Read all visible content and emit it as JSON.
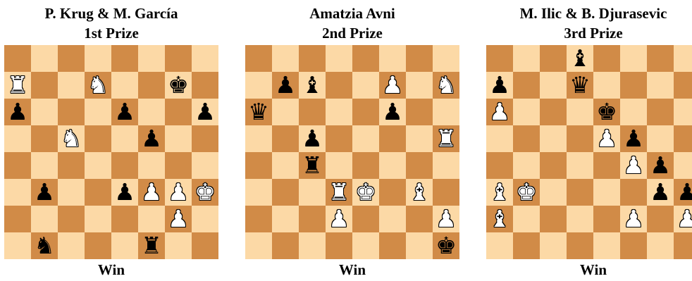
{
  "glyphs": {
    "K": "♚",
    "Q": "♛",
    "R": "♜",
    "B": "♝",
    "N": "♞",
    "P": "♟"
  },
  "colors": {
    "light_square": "#fcd9a6",
    "dark_square": "#d18b47",
    "white_piece": "#ffffff",
    "black_piece": "#000000"
  },
  "problems": [
    {
      "authors": "P. Krug & M. García",
      "prize": "1st Prize",
      "result": "Win",
      "pieces": [
        {
          "color": "w",
          "type": "R",
          "square": "a7",
          "name": "white-rook"
        },
        {
          "color": "w",
          "type": "N",
          "square": "d7",
          "name": "white-knight"
        },
        {
          "color": "b",
          "type": "K",
          "square": "g7",
          "name": "black-king"
        },
        {
          "color": "b",
          "type": "P",
          "square": "a6",
          "name": "black-pawn"
        },
        {
          "color": "b",
          "type": "P",
          "square": "e6",
          "name": "black-pawn"
        },
        {
          "color": "b",
          "type": "P",
          "square": "h6",
          "name": "black-pawn"
        },
        {
          "color": "w",
          "type": "N",
          "square": "c5",
          "name": "white-knight"
        },
        {
          "color": "b",
          "type": "P",
          "square": "f5",
          "name": "black-pawn"
        },
        {
          "color": "b",
          "type": "P",
          "square": "b3",
          "name": "black-pawn"
        },
        {
          "color": "b",
          "type": "P",
          "square": "e3",
          "name": "black-pawn"
        },
        {
          "color": "w",
          "type": "P",
          "square": "f3",
          "name": "white-pawn"
        },
        {
          "color": "w",
          "type": "P",
          "square": "g3",
          "name": "white-pawn"
        },
        {
          "color": "w",
          "type": "K",
          "square": "h3",
          "name": "white-king"
        },
        {
          "color": "w",
          "type": "P",
          "square": "g2",
          "name": "white-pawn"
        },
        {
          "color": "b",
          "type": "N",
          "square": "b1",
          "name": "black-knight"
        },
        {
          "color": "b",
          "type": "R",
          "square": "f1",
          "name": "black-rook"
        }
      ]
    },
    {
      "authors": "Amatzia Avni",
      "prize": "2nd Prize",
      "result": "Win",
      "pieces": [
        {
          "color": "b",
          "type": "P",
          "square": "b7",
          "name": "black-pawn"
        },
        {
          "color": "b",
          "type": "B",
          "square": "c7",
          "name": "black-bishop"
        },
        {
          "color": "w",
          "type": "P",
          "square": "f7",
          "name": "white-pawn"
        },
        {
          "color": "w",
          "type": "N",
          "square": "h7",
          "name": "white-knight"
        },
        {
          "color": "b",
          "type": "Q",
          "square": "a6",
          "name": "black-queen"
        },
        {
          "color": "b",
          "type": "P",
          "square": "f6",
          "name": "black-pawn"
        },
        {
          "color": "b",
          "type": "P",
          "square": "c5",
          "name": "black-pawn"
        },
        {
          "color": "w",
          "type": "R",
          "square": "h5",
          "name": "white-rook"
        },
        {
          "color": "b",
          "type": "R",
          "square": "c4",
          "name": "black-rook"
        },
        {
          "color": "w",
          "type": "R",
          "square": "d3",
          "name": "white-rook"
        },
        {
          "color": "w",
          "type": "K",
          "square": "e3",
          "name": "white-king"
        },
        {
          "color": "w",
          "type": "B",
          "square": "g3",
          "name": "white-bishop"
        },
        {
          "color": "w",
          "type": "P",
          "square": "d2",
          "name": "white-pawn"
        },
        {
          "color": "w",
          "type": "P",
          "square": "h2",
          "name": "white-pawn"
        },
        {
          "color": "b",
          "type": "K",
          "square": "h1",
          "name": "black-king"
        }
      ]
    },
    {
      "authors": "M. Ilic & B. Djurasevic",
      "prize": "3rd Prize",
      "result": "Win",
      "pieces": [
        {
          "color": "b",
          "type": "B",
          "square": "d8",
          "name": "black-bishop"
        },
        {
          "color": "b",
          "type": "P",
          "square": "a7",
          "name": "black-pawn"
        },
        {
          "color": "b",
          "type": "Q",
          "square": "d7",
          "name": "black-queen"
        },
        {
          "color": "w",
          "type": "P",
          "square": "a6",
          "name": "white-pawn"
        },
        {
          "color": "b",
          "type": "K",
          "square": "e6",
          "name": "black-king"
        },
        {
          "color": "w",
          "type": "P",
          "square": "e5",
          "name": "white-pawn"
        },
        {
          "color": "b",
          "type": "P",
          "square": "f5",
          "name": "black-pawn"
        },
        {
          "color": "w",
          "type": "P",
          "square": "f4",
          "name": "white-pawn"
        },
        {
          "color": "b",
          "type": "P",
          "square": "g4",
          "name": "black-pawn"
        },
        {
          "color": "w",
          "type": "B",
          "square": "a3",
          "name": "white-bishop"
        },
        {
          "color": "w",
          "type": "K",
          "square": "b3",
          "name": "white-king"
        },
        {
          "color": "b",
          "type": "P",
          "square": "g3",
          "name": "black-pawn"
        },
        {
          "color": "b",
          "type": "P",
          "square": "h3",
          "name": "black-pawn"
        },
        {
          "color": "w",
          "type": "B",
          "square": "a2",
          "name": "white-bishop"
        },
        {
          "color": "w",
          "type": "P",
          "square": "f2",
          "name": "white-pawn"
        },
        {
          "color": "w",
          "type": "P",
          "square": "h2",
          "name": "white-pawn"
        }
      ]
    }
  ]
}
